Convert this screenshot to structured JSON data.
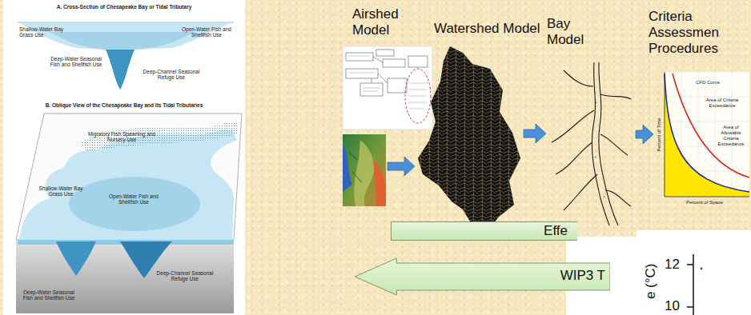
{
  "diagram": {
    "nodes": [
      {
        "text": [
          "Airshed Model"
        ]
      },
      {
        "text": [
          "Watershed Model"
        ]
      },
      {
        "text": [
          "Bay Model"
        ]
      },
      {
        "text": [
          "Criteria Assessmen Procedures"
        ]
      },
      {
        "text": [
          "Effe"
        ]
      },
      {
        "text": [
          "WIP3 T"
        ]
      }
    ],
    "edges": [
      {
        "from": 0,
        "to": 1,
        "arrow": "to"
      },
      {
        "from": 1,
        "to": 2,
        "arrow": "to"
      },
      {
        "from": 2,
        "to": 3,
        "arrow": "to"
      }
    ],
    "labels": [
      "A. Cross-Section of Chesapeake Bay or Tidal Tributary",
      "Shallow-Water Bay Grass Use",
      "Open-Water Fish and Shellfish Use",
      "Deep-Water Seasonal Fish and Shellfish Use",
      "Deep-Channel Seasonal Refuge Use",
      "B. Oblique View of the Chesapeake Bay and Its Tidal Tributaries",
      "Migratory Fish Spawning and Nursery Use",
      "Shallow-Water Bay Grass Use",
      "Open-Water Fish and Shellfish Use",
      "Deep-Water Seasonal Fish and Shellfish Use",
      "Deep-Channel Seasonal Refuge Use",
      "CFD Curve",
      "Area of Criteria Exceedance",
      "Area of Allowable Criteria Exceedance",
      "Percent of Time",
      "Percent of Space",
      "12",
      "10",
      "e (°C)"
    ]
  }
}
